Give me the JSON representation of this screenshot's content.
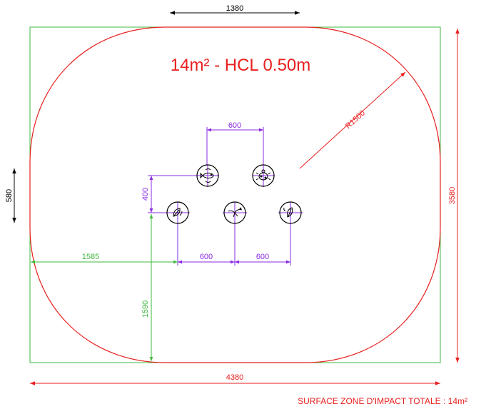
{
  "diagram": {
    "title": "14m² - HCL 0.50m",
    "footer": "SURFACE ZONE D'IMPACT TOTALE : 14m²",
    "colors": {
      "frame": "#3fba3f",
      "impact_zone": "#e8201f",
      "title": "#e8201f",
      "black_dim": "#000000",
      "purple_dim": "#8a2be2",
      "green_dim": "#3fba3f",
      "red_dim": "#e8201f",
      "post": "#000000"
    },
    "dimensions": {
      "top": "1380",
      "left": "580",
      "right": "3580",
      "bottom": "4380",
      "radius": "R1500",
      "post_spacing_top": "600",
      "row_offset": "400",
      "post_spacing_left": "600",
      "post_spacing_right": "600",
      "offset_x": "1585",
      "offset_y": "1590"
    },
    "posts": [
      {
        "id": "post-1",
        "icon": "fish-icon"
      },
      {
        "id": "post-2",
        "icon": "ladybug-icon"
      },
      {
        "id": "post-3",
        "icon": "leaf-icon"
      },
      {
        "id": "post-4",
        "icon": "bird-icon"
      },
      {
        "id": "post-5",
        "icon": "leaf-icon"
      }
    ]
  }
}
